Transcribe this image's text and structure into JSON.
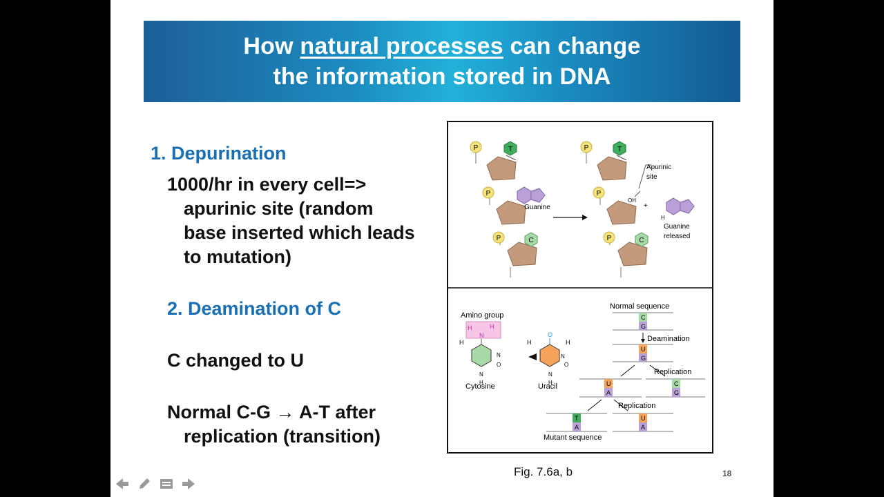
{
  "title": {
    "line1_pre": "How ",
    "line1_underlined": "natural processes",
    "line1_post": " can change",
    "line2": "the information stored in DNA"
  },
  "body": {
    "h1": "1. Depurination",
    "p1_l1": "1000/hr in every cell=>",
    "p1_l2": "apurinic site (random",
    "p1_l3": "base inserted which leads",
    "p1_l4": "to mutation)",
    "h2": "2. Deamination of C",
    "p2": "C changed to U",
    "p3_l1": "Normal C-G → A-T after",
    "p3_l2": "replication (transition)"
  },
  "figure_top": {
    "P": "P",
    "T": "T",
    "C": "C",
    "guanine": "Guanine",
    "apurinic_l1": "Apurinic",
    "apurinic_l2": "site",
    "oh": "OH",
    "plus": "+",
    "h": "H",
    "released_l1": "Guanine",
    "released_l2": "released"
  },
  "figure_bottom": {
    "amino_group": "Amino group",
    "h": "H",
    "n": "N",
    "o": "O",
    "cytosine": "Cytosine",
    "uracil": "Uracil",
    "normal_sequence": "Normal sequence",
    "deamination": "Deamination",
    "replication": "Replication",
    "mutant_sequence": "Mutant sequence",
    "bases": {
      "C": "C",
      "G": "G",
      "U": "U",
      "A": "A",
      "T": "T"
    }
  },
  "caption": "Fig. 7.6a, b",
  "page_number": "18",
  "colors": {
    "banner_dark": "#145a92",
    "banner_light": "#22b1d8",
    "heading_blue": "#1a6fb3",
    "sugar": "#c49a7c",
    "phosphate": "#f5e27a",
    "thymine": "#3fae5c",
    "cytosine": "#a8d9a8",
    "guanine": "#b9a1d8",
    "uracil": "#f5a35a",
    "amino_pink": "#f7c6e6"
  },
  "nav_icons": [
    "arrow-left-icon",
    "pencil-icon",
    "menu-icon",
    "arrow-right-icon"
  ]
}
